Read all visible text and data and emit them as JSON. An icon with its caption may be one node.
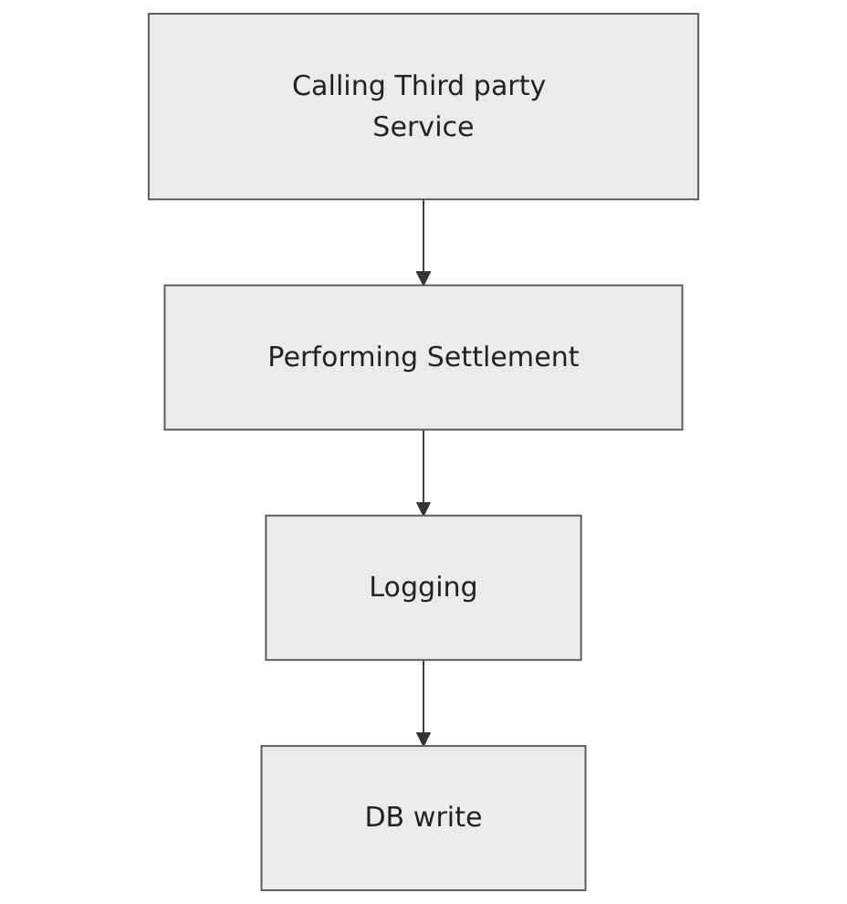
{
  "diagram": {
    "nodes": [
      {
        "text": [
          "Calling Third party Service"
        ]
      },
      {
        "text": [
          "Performing Settlement"
        ]
      },
      {
        "text": [
          "Logging"
        ]
      },
      {
        "text": [
          "DB write"
        ]
      }
    ],
    "edges": [
      {
        "from": 0,
        "to": 1,
        "arrow": "to"
      },
      {
        "from": 1,
        "to": 2,
        "arrow": "to"
      },
      {
        "from": 2,
        "to": 3,
        "arrow": "to"
      }
    ]
  }
}
